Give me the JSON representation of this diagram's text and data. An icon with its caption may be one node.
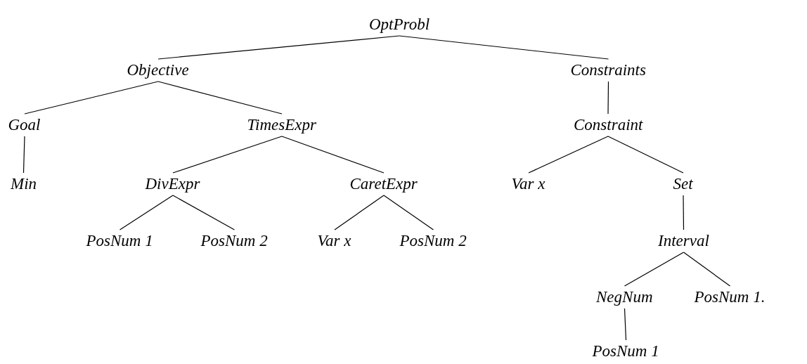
{
  "diagram": {
    "nodes": [
      {
        "text": [
          "OptProbl"
        ]
      },
      {
        "text": [
          "Objective"
        ]
      },
      {
        "text": [
          "Constraints"
        ]
      },
      {
        "text": [
          "Goal"
        ]
      },
      {
        "text": [
          "TimesExpr"
        ]
      },
      {
        "text": [
          "Constraint"
        ]
      },
      {
        "text": [
          "Min"
        ]
      },
      {
        "text": [
          "DivExpr"
        ]
      },
      {
        "text": [
          "CaretExpr"
        ]
      },
      {
        "text": [
          "Var x"
        ]
      },
      {
        "text": [
          "Set"
        ]
      },
      {
        "text": [
          "*PosNum* 1"
        ]
      },
      {
        "text": [
          "*PosNum* 2"
        ]
      },
      {
        "text": [
          "Var x"
        ]
      },
      {
        "text": [
          "*PosNum* 2"
        ]
      },
      {
        "text": [
          "Interval"
        ]
      },
      {
        "text": [
          "NegNum"
        ]
      },
      {
        "text": [
          "*PosNum* 1."
        ]
      },
      {
        "text": [
          "*PosNum* 1"
        ]
      }
    ],
    "edges": [
      {
        "from": 0,
        "to": 1,
        "arrow": "none"
      },
      {
        "from": 0,
        "to": 2,
        "arrow": "none"
      },
      {
        "from": 1,
        "to": 3,
        "arrow": "none"
      },
      {
        "from": 1,
        "to": 4,
        "arrow": "none"
      },
      {
        "from": 2,
        "to": 5,
        "arrow": "none"
      },
      {
        "from": 3,
        "to": 6,
        "arrow": "none"
      },
      {
        "from": 4,
        "to": 7,
        "arrow": "none"
      },
      {
        "from": 4,
        "to": 8,
        "arrow": "none"
      },
      {
        "from": 5,
        "to": 9,
        "arrow": "none"
      },
      {
        "from": 5,
        "to": 10,
        "arrow": "none"
      },
      {
        "from": 7,
        "to": 11,
        "arrow": "none"
      },
      {
        "from": 7,
        "to": 12,
        "arrow": "none"
      },
      {
        "from": 8,
        "to": 13,
        "arrow": "none"
      },
      {
        "from": 8,
        "to": 14,
        "arrow": "none"
      },
      {
        "from": 10,
        "to": 15,
        "arrow": "none"
      },
      {
        "from": 15,
        "to": 16,
        "arrow": "none"
      },
      {
        "from": 15,
        "to": 17,
        "arrow": "none"
      },
      {
        "from": 16,
        "to": 18,
        "arrow": "none"
      }
    ]
  }
}
